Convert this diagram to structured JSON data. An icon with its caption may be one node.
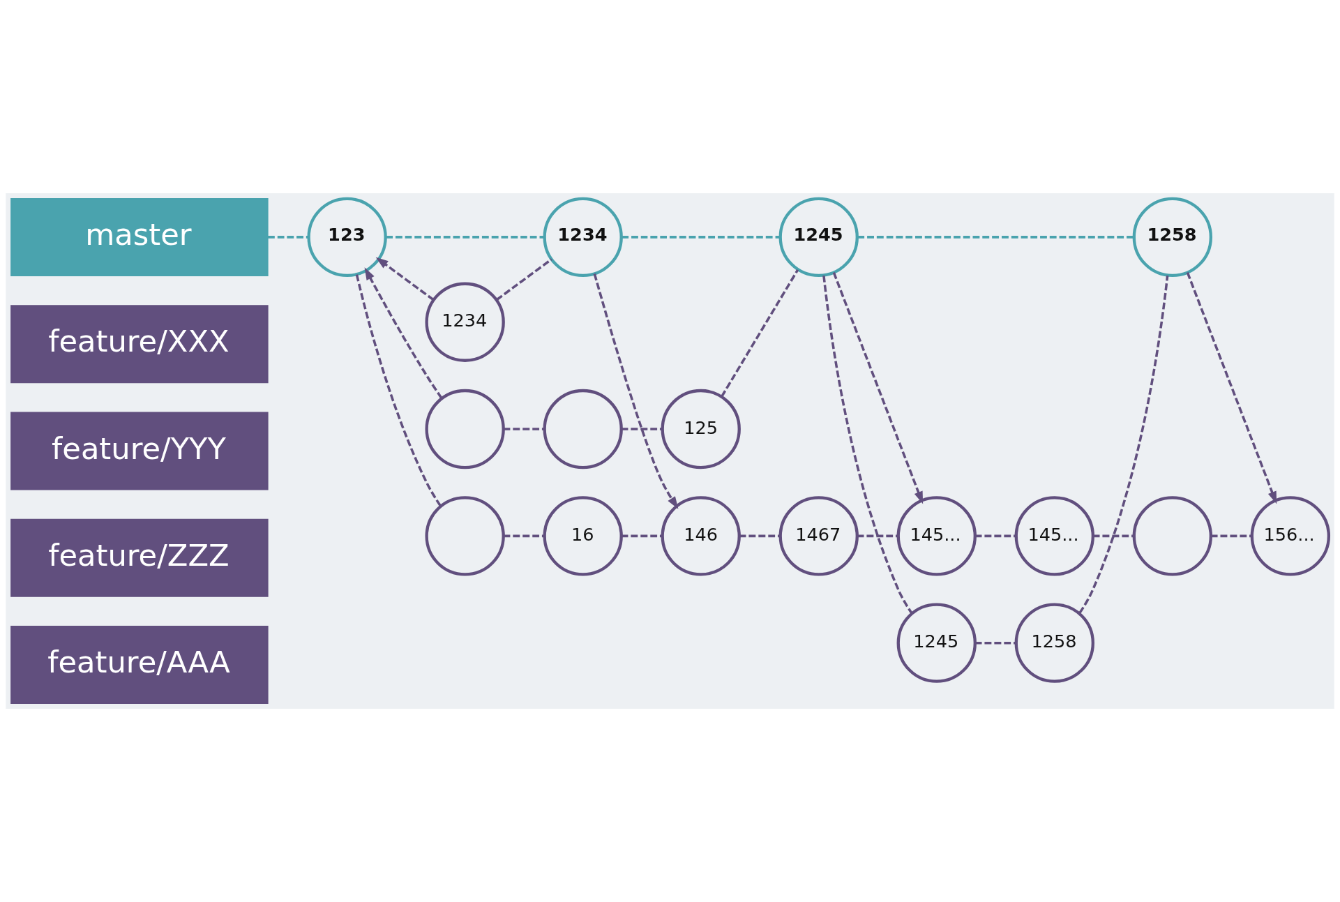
{
  "diagram": {
    "nodes": [
      {
        "text": [
          "master"
        ]
      },
      {
        "text": [
          "123"
        ]
      },
      {
        "text": [
          "1234"
        ]
      },
      {
        "text": [
          "1245"
        ]
      },
      {
        "text": [
          "1258"
        ]
      },
      {
        "text": [
          "feature/XXX"
        ]
      },
      {
        "text": [
          "1234"
        ]
      },
      {
        "text": [
          "feature/YYY"
        ]
      },
      {
        "text": [],
        "shape": "circle"
      },
      {
        "text": [],
        "shape": "circle"
      },
      {
        "text": [
          "125"
        ]
      },
      {
        "text": [
          "feature/ZZZ"
        ]
      },
      {
        "text": [],
        "shape": "circle"
      },
      {
        "text": [
          "16"
        ]
      },
      {
        "text": [
          "146"
        ]
      },
      {
        "text": [
          "1467"
        ]
      },
      {
        "text": [
          "145..."
        ]
      },
      {
        "text": [
          "145..."
        ]
      },
      {
        "text": [],
        "shape": "circle"
      },
      {
        "text": [
          "156..."
        ]
      },
      {
        "text": [
          "feature/AAA"
        ]
      },
      {
        "text": [
          "1245"
        ]
      },
      {
        "text": [
          "1258"
        ]
      }
    ],
    "edges": [
      {
        "from": 0,
        "to": 1,
        "arrow": "none",
        "style": "dashed",
        "color": "#4aa3ae"
      },
      {
        "from": 1,
        "to": 2,
        "arrow": "none",
        "style": "dashed",
        "color": "#4aa3ae"
      },
      {
        "from": 2,
        "to": 3,
        "arrow": "none",
        "style": "dashed",
        "color": "#4aa3ae"
      },
      {
        "from": 3,
        "to": 4,
        "arrow": "none",
        "style": "dashed",
        "color": "#4aa3ae"
      },
      {
        "from": 6,
        "to": 1,
        "arrow": "to",
        "style": "dashed"
      },
      {
        "from": 6,
        "to": 2,
        "arrow": "none",
        "style": "dashed"
      },
      {
        "from": 8,
        "to": 1,
        "arrow": "to",
        "style": "dashed"
      },
      {
        "from": 8,
        "to": 9,
        "arrow": "none",
        "style": "dashed"
      },
      {
        "from": 9,
        "to": 10,
        "arrow": "none",
        "style": "dashed"
      },
      {
        "from": 10,
        "to": 3,
        "arrow": "none",
        "style": "dashed"
      },
      {
        "from": 1,
        "to": 12,
        "arrow": "none",
        "style": "dashed"
      },
      {
        "from": 12,
        "to": 13,
        "arrow": "none",
        "style": "dashed"
      },
      {
        "from": 13,
        "to": 14,
        "arrow": "none",
        "style": "dashed"
      },
      {
        "from": 2,
        "to": 14,
        "arrow": "to",
        "style": "dashed"
      },
      {
        "from": 14,
        "to": 15,
        "arrow": "none",
        "style": "dashed"
      },
      {
        "from": 15,
        "to": 16,
        "arrow": "none",
        "style": "dashed"
      },
      {
        "from": 3,
        "to": 16,
        "arrow": "to",
        "style": "dashed"
      },
      {
        "from": 16,
        "to": 17,
        "arrow": "none",
        "style": "dashed"
      },
      {
        "from": 17,
        "to": 18,
        "arrow": "none",
        "style": "dashed"
      },
      {
        "from": 18,
        "to": 19,
        "arrow": "none",
        "style": "dashed"
      },
      {
        "from": 4,
        "to": 19,
        "arrow": "to",
        "style": "dashed"
      },
      {
        "from": 3,
        "to": 21,
        "arrow": "none",
        "style": "dashed"
      },
      {
        "from": 21,
        "to": 22,
        "arrow": "none",
        "style": "dashed"
      },
      {
        "from": 22,
        "to": 4,
        "arrow": "none",
        "style": "dashed"
      }
    ]
  }
}
